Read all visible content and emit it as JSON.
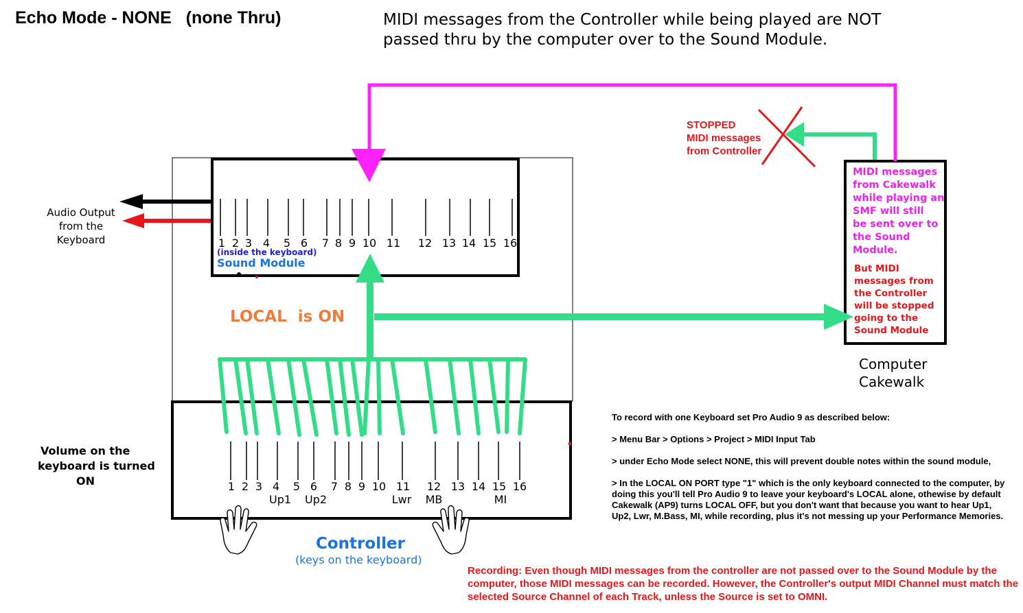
{
  "title": "Echo Mode - NONE   (none Thru)",
  "header": {
    "line1": "MIDI messages from the Controller while being played are NOT",
    "line2": "passed thru by the computer over to the Sound Module."
  },
  "audio_output": {
    "line1": "Audio Output",
    "line2": "from the",
    "line3": "Keyboard"
  },
  "sound_module": {
    "channels": [
      "1",
      "2",
      "3",
      "4",
      "5",
      "6",
      "7",
      "8",
      "9",
      "10",
      "11",
      "12",
      "13",
      "14",
      "15",
      "16"
    ],
    "sublabel": "(inside the keyboard)",
    "label": "Sound Module"
  },
  "local_label": "LOCAL  is ON",
  "stopped_label": {
    "line1": "STOPPED",
    "line2": "MIDI messages",
    "line3": "from Controller"
  },
  "computer": {
    "magenta_text": [
      "MIDI messages",
      "from Cakewalk",
      "while playing an",
      "SMF will still",
      "be sent over to",
      "the Sound",
      "Module."
    ],
    "red_text": [
      "But  MIDI",
      "messages from",
      "the Controller",
      "will be stopped",
      "going to the",
      "Sound Module"
    ],
    "label_line1": "Computer",
    "label_line2": "Cakewalk"
  },
  "volume": {
    "line1": "Volume on the",
    "line2": "keyboard is turned",
    "line3": "ON"
  },
  "controller": {
    "channels": [
      "1",
      "2",
      "3",
      "4",
      "5",
      "6",
      "7",
      "8",
      "9",
      "10",
      "11",
      "12",
      "13",
      "14",
      "15",
      "16"
    ],
    "parts": [
      "Up1",
      "Up2",
      "Lwr",
      "MB",
      "MI"
    ],
    "label": "Controller",
    "sublabel": "(keys on the keyboard)"
  },
  "notes": {
    "heading": "To record with one Keyboard set Pro Audio 9 as described below:",
    "step1": "> Menu Bar  > Options  > Project  >  MIDI Input Tab",
    "step2": "> under Echo Mode select NONE, this will prevent double notes within the sound module,",
    "step3": "> In the LOCAL ON PORT type \"1\" which is the only keyboard connected to the computer, by doing this you'll tell Pro Audio 9 to leave your keyboard's LOCAL alone, othewise by default Cakewalk (AP9)  turns LOCAL OFF, but you don't want that because you want to hear Up1, Up2, Lwr, M.Bass, MI, while recording, plus it's not messing up your Performance Memories."
  },
  "recording_note": "Recording:   Even though MIDI messages from the controller are not passed over to the Sound Module by the computer, those MIDI messages can be recorded. However, the Controller's output  MIDI Channel must match the selected Source Channel of each Track, unless the Source is set to OMNI.",
  "colors": {
    "green": "#33dd88",
    "magenta": "#ff22ff",
    "red": "#e8161a",
    "blue": "#1a74e0",
    "orange": "#f07c3c"
  }
}
